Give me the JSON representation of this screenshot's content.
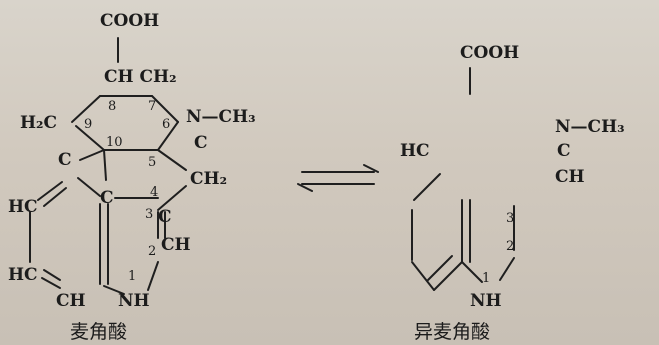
{
  "left": {
    "caption": "麦角酸",
    "labels": {
      "cooh": "COOH",
      "ch_ch2": "CH  CH₂",
      "h2c": "H₂C",
      "n_ch3": "N—CH₃",
      "c_top_left": "C",
      "c6": "C",
      "ch2_right": "CH₂",
      "hc_upper": "HC",
      "c_inner": "C",
      "c3": "C",
      "ch_2": "CH",
      "hc_lower": "HC",
      "ch_bottom": "CH",
      "nh": "NH"
    },
    "numbers": {
      "n8": "8",
      "n7": "7",
      "n9": "9",
      "n6": "6",
      "n10": "10",
      "n5": "5",
      "n4": "4",
      "n3": "3",
      "n2": "2",
      "n1": "1"
    }
  },
  "arrow": {
    "name": "equilibrium-arrows"
  },
  "right": {
    "caption": "异麦角酸",
    "labels": {
      "cooh": "COOH",
      "hc": "HC",
      "n_ch3": "N—CH₃",
      "c": "C",
      "ch": "CH",
      "nh": "NH"
    },
    "numbers": {
      "n3": "3",
      "n2": "2",
      "n1": "1"
    }
  }
}
